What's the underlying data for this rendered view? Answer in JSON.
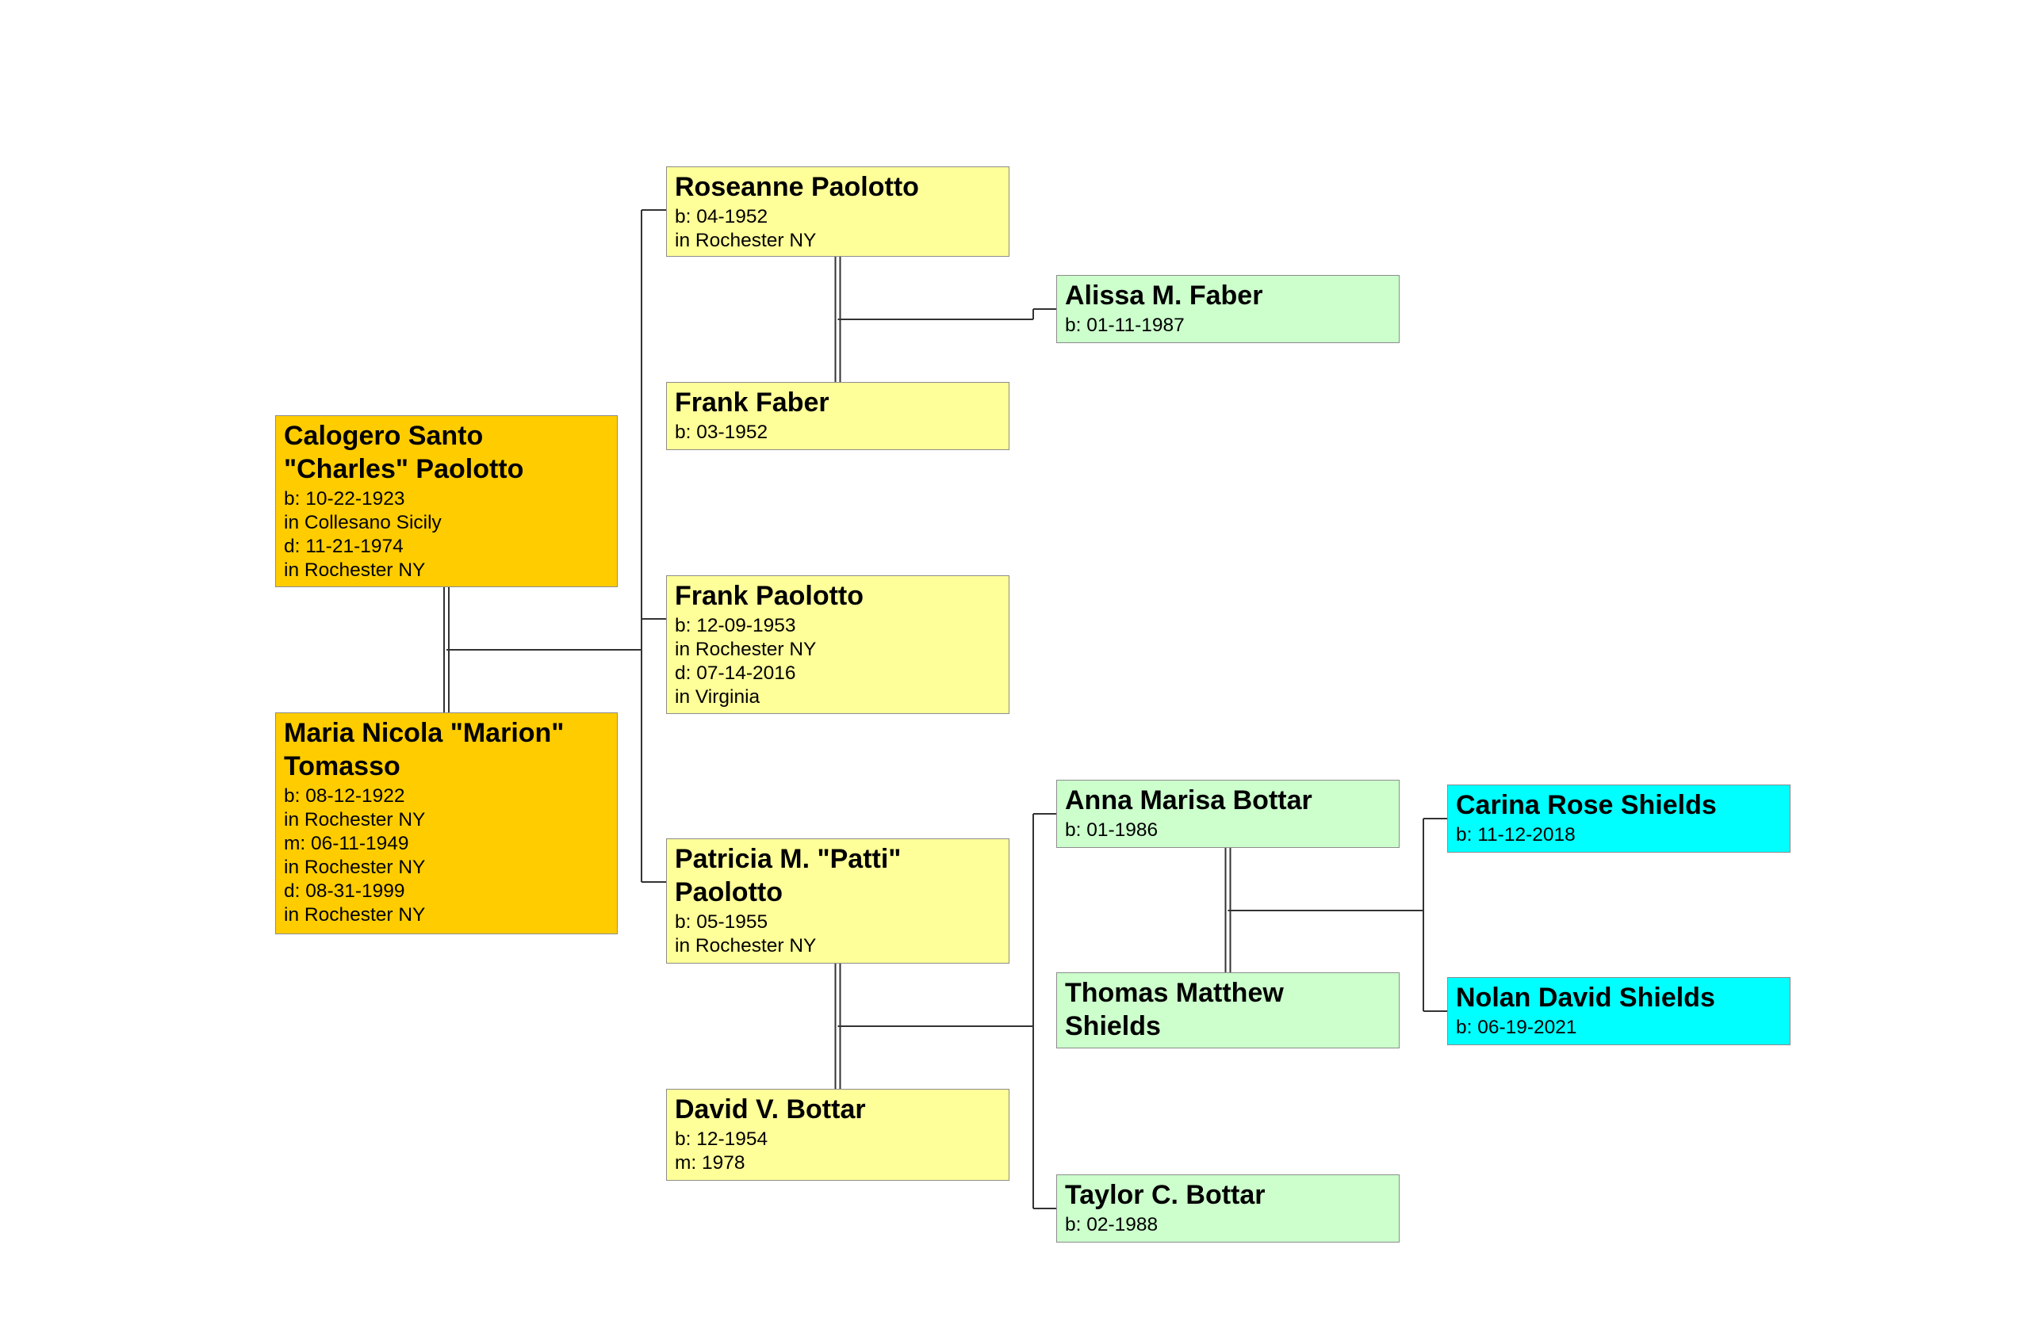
{
  "colors": {
    "generation_1": "#ffcc00",
    "generation_2": "#ffff99",
    "generation_3": "#ccffcc",
    "generation_4": "#00ffff",
    "connector": "#333333"
  },
  "people": [
    {
      "id": "calogero-paolotto",
      "generation": 0,
      "name": "Calogero Santo \"Charles\" Paolotto",
      "facts": [
        "b: 10-22-1923",
        "in Collesano Sicily",
        "d: 11-21-1974",
        "in Rochester NY"
      ]
    },
    {
      "id": "maria-tomasso",
      "generation": 0,
      "name": "Maria Nicola \"Marion\" Tomasso",
      "facts": [
        "b: 08-12-1922",
        "in Rochester NY",
        "m: 06-11-1949",
        "in Rochester NY",
        "d: 08-31-1999",
        "in Rochester NY"
      ]
    },
    {
      "id": "roseanne-paolotto",
      "generation": 1,
      "name": "Roseanne Paolotto",
      "facts": [
        "b: 04-1952",
        "in Rochester NY"
      ]
    },
    {
      "id": "frank-faber",
      "generation": 1,
      "name": "Frank Faber",
      "facts": [
        "b: 03-1952"
      ]
    },
    {
      "id": "frank-paolotto",
      "generation": 1,
      "name": "Frank Paolotto",
      "facts": [
        "b: 12-09-1953",
        "in Rochester NY",
        "d: 07-14-2016",
        "in Virginia"
      ]
    },
    {
      "id": "patricia-paolotto",
      "generation": 1,
      "name": "Patricia M. \"Patti\" Paolotto",
      "facts": [
        "b: 05-1955",
        "in Rochester NY"
      ]
    },
    {
      "id": "david-bottar",
      "generation": 1,
      "name": "David V. Bottar",
      "facts": [
        "b: 12-1954",
        "m: 1978"
      ]
    },
    {
      "id": "alissa-faber",
      "generation": 2,
      "name": "Alissa M. Faber",
      "facts": [
        "b: 01-11-1987"
      ]
    },
    {
      "id": "anna-bottar",
      "generation": 2,
      "name": "Anna Marisa Bottar",
      "facts": [
        "b: 01-1986"
      ]
    },
    {
      "id": "thomas-shields",
      "generation": 2,
      "name": "Thomas Matthew Shields",
      "facts": []
    },
    {
      "id": "taylor-bottar",
      "generation": 2,
      "name": "Taylor C. Bottar",
      "facts": [
        "b: 02-1988"
      ]
    },
    {
      "id": "carina-shields",
      "generation": 3,
      "name": "Carina Rose Shields",
      "facts": [
        "b: 11-12-2018"
      ]
    },
    {
      "id": "nolan-shields",
      "generation": 3,
      "name": "Nolan David Shields",
      "facts": [
        "b: 06-19-2021"
      ]
    }
  ],
  "families": [
    {
      "id": "paolotto-tomasso",
      "partners": [
        "calogero-paolotto",
        "maria-tomasso"
      ],
      "children": [
        "roseanne-paolotto",
        "frank-paolotto",
        "patricia-paolotto"
      ]
    },
    {
      "id": "paolotto-faber",
      "partners": [
        "roseanne-paolotto",
        "frank-faber"
      ],
      "children": [
        "alissa-faber"
      ]
    },
    {
      "id": "paolotto-bottar",
      "partners": [
        "patricia-paolotto",
        "david-bottar"
      ],
      "children": [
        "anna-bottar",
        "taylor-bottar"
      ]
    },
    {
      "id": "bottar-shields",
      "partners": [
        "anna-bottar",
        "thomas-shields"
      ],
      "children": [
        "carina-shields",
        "nolan-shields"
      ]
    }
  ]
}
